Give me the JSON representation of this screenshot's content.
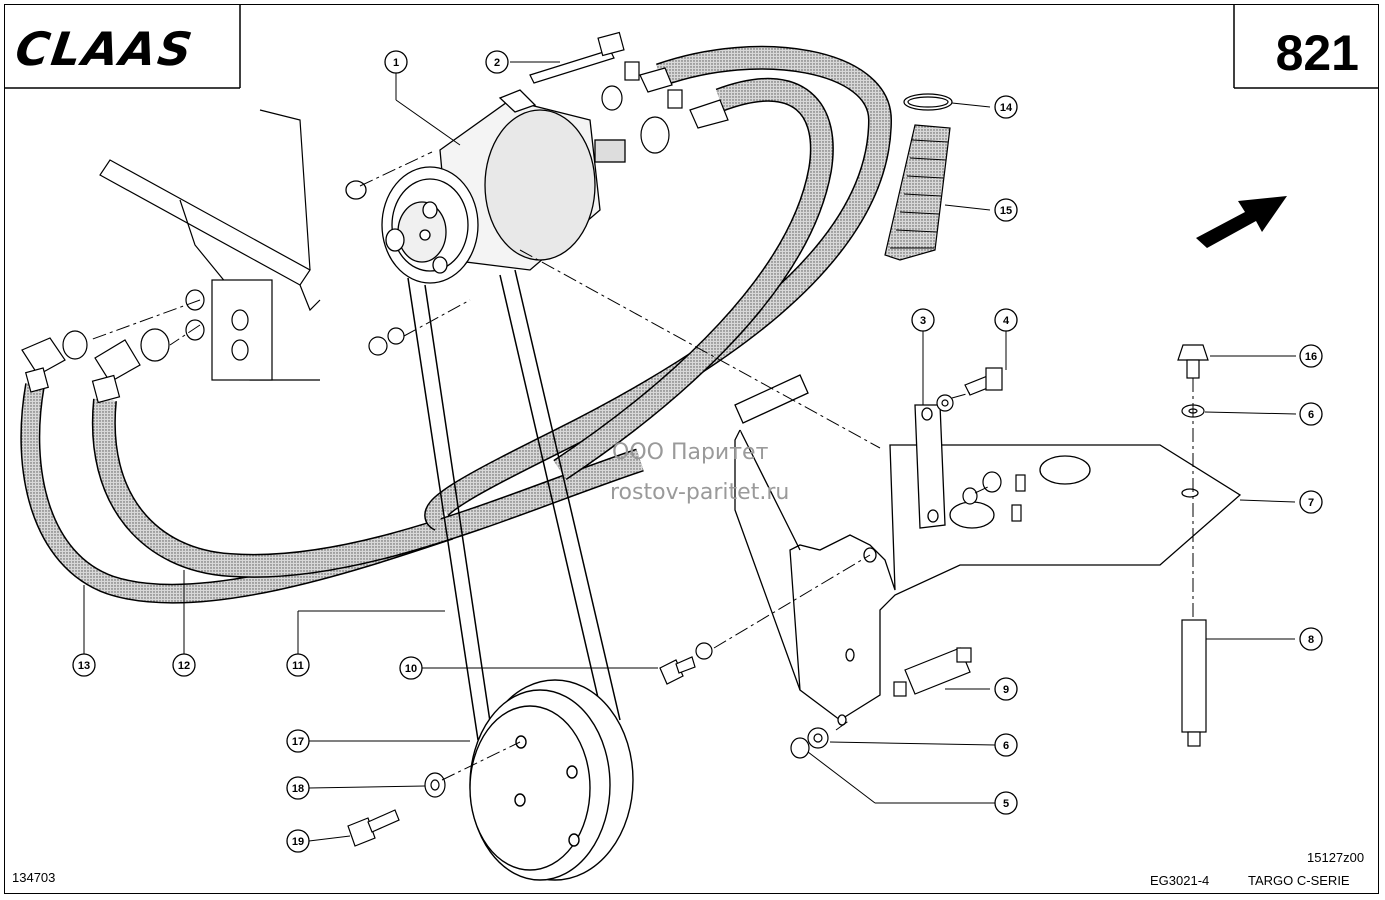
{
  "header": {
    "logo_text": "CLAAS",
    "page_number": "821"
  },
  "watermark": {
    "line1": "ООО Паритет",
    "line2": "rostov-paritet.ru"
  },
  "footer": {
    "left_code": "134703",
    "drawing_code": "15127z00",
    "group_code": "EG3021-4",
    "series": "TARGO C-SERIE"
  },
  "callouts": [
    "1",
    "2",
    "3",
    "4",
    "5",
    "6",
    "6",
    "7",
    "8",
    "9",
    "10",
    "11",
    "12",
    "13",
    "14",
    "15",
    "16",
    "17",
    "18",
    "19"
  ]
}
